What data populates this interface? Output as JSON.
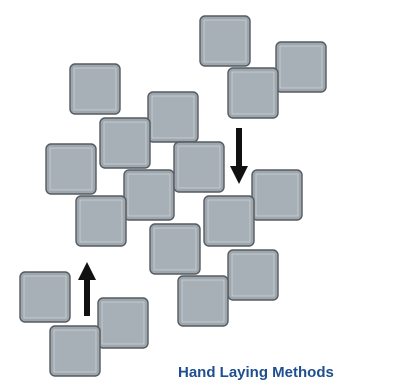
{
  "caption": "Hand Laying Methods",
  "colors": {
    "paver_fill": "#9ea7ad",
    "paver_outline": "#555b60",
    "paver_bevel": "#c4cbd0",
    "arrow": "#111111",
    "caption": "#1f4f8f"
  },
  "arrows": [
    {
      "name": "down-arrow",
      "direction": "down"
    },
    {
      "name": "up-arrow",
      "direction": "up"
    }
  ]
}
